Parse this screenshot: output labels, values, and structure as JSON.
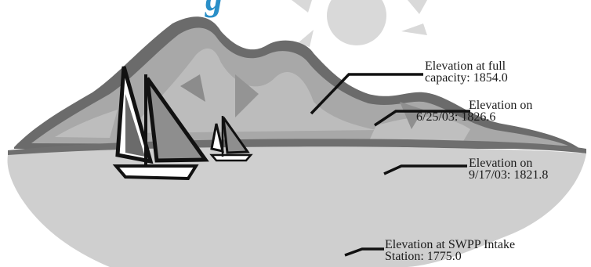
{
  "annotations": {
    "full_capacity": {
      "line1": "Elevation at full",
      "line2": "capacity:  1854.0"
    },
    "june_2003": {
      "line1": "Elevation on",
      "line2": "6/25/03:  1826.6"
    },
    "sept_2003": {
      "line1": "Elevation on",
      "line2": "9/17/03:  1821.8"
    },
    "swpp_intake": {
      "line1": "Elevation at SWPP Intake",
      "line2": "Station: 1775.0"
    }
  },
  "colors": {
    "mountain_dark": "#6f6f6f",
    "mountain_mid": "#a9a9a9",
    "mountain_light": "#c4c4c4",
    "water": "#cfcfcf",
    "sun": "#d8d8d8",
    "leader_line": "#111111",
    "logo": "#2a8fc8"
  },
  "icons": {
    "sailboat_large": "sailboat-icon",
    "sailboat_small": "sailboat-icon",
    "sun": "sun-icon"
  }
}
